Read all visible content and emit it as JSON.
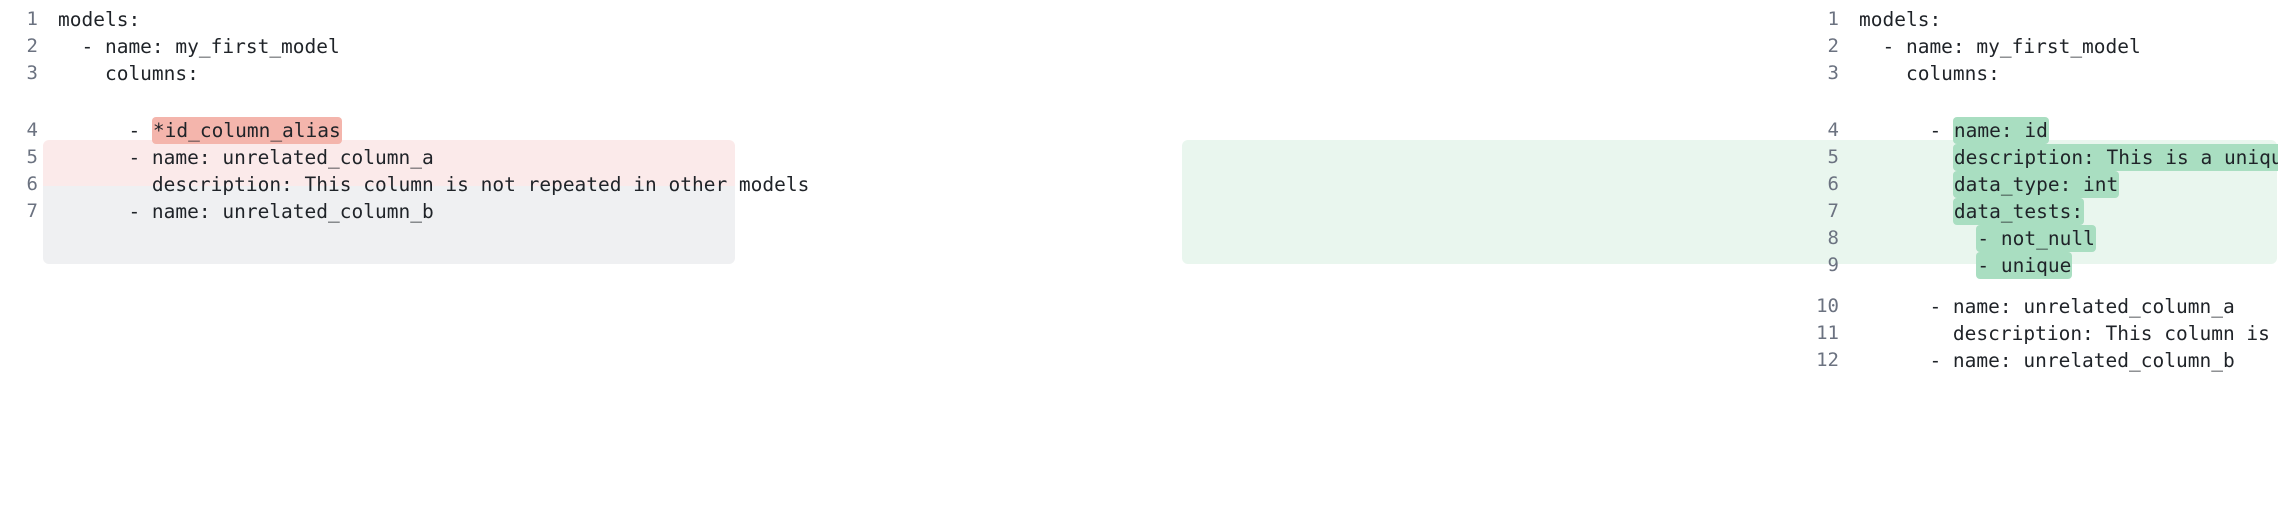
{
  "view": {
    "type": "side-by-side-yaml-diff",
    "filetype": "yaml",
    "colors": {
      "row_removed_bg": "#fbeaea",
      "row_added_bg": "#e9f6ee",
      "filler_bg": "#eff0f2",
      "token_removed_bg": "#f4b5ac",
      "token_added_bg": "#a9dec1",
      "line_number": "#6b7280",
      "code_text": "#1f2328",
      "page_bg": "#ffffff"
    }
  },
  "left": {
    "label": "before",
    "lines": [
      {
        "n": "1",
        "indent": "",
        "plain": "models:",
        "token": "",
        "tail": "",
        "state": "normal"
      },
      {
        "n": "2",
        "indent": "",
        "plain": "  - name: my_first_model",
        "token": "",
        "tail": "",
        "state": "normal"
      },
      {
        "n": "3",
        "indent": "",
        "plain": "    columns:",
        "token": "",
        "tail": "",
        "state": "normal"
      },
      {
        "n": "4",
        "indent": "      - ",
        "plain": "",
        "token": "*id_column_alias",
        "tail": "",
        "state": "removed"
      },
      {
        "n": "5",
        "indent": "",
        "plain": "      - name: unrelated_column_a",
        "token": "",
        "tail": "",
        "state": "normal"
      },
      {
        "n": "6",
        "indent": "",
        "plain": "        description: This column is not repeated in other models",
        "token": "",
        "tail": "",
        "state": "normal"
      },
      {
        "n": "7",
        "indent": "",
        "plain": "      - name: unrelated_column_b",
        "token": "",
        "tail": "",
        "state": "normal"
      }
    ]
  },
  "right": {
    "label": "after",
    "lines": [
      {
        "n": "1",
        "indent": "",
        "plain": "models:",
        "token": "",
        "tail": "",
        "state": "normal"
      },
      {
        "n": "2",
        "indent": "",
        "plain": "  - name: my_first_model",
        "token": "",
        "tail": "",
        "state": "normal"
      },
      {
        "n": "3",
        "indent": "",
        "plain": "    columns:",
        "token": "",
        "tail": "",
        "state": "normal"
      },
      {
        "n": "4",
        "indent": "      - ",
        "plain": "",
        "token": "name: id",
        "tail": "",
        "state": "added"
      },
      {
        "n": "5",
        "indent": "        ",
        "plain": "",
        "token": "description: This is a unique identifier.",
        "tail": "",
        "state": "added"
      },
      {
        "n": "6",
        "indent": "        ",
        "plain": "",
        "token": "data_type: int",
        "tail": "",
        "state": "added"
      },
      {
        "n": "7",
        "indent": "        ",
        "plain": "",
        "token": "data_tests:",
        "tail": "",
        "state": "added"
      },
      {
        "n": "8",
        "indent": "          ",
        "plain": "",
        "token": "- not_null",
        "tail": "",
        "state": "added"
      },
      {
        "n": "9",
        "indent": "          ",
        "plain": "",
        "token": "- unique",
        "tail": "",
        "state": "added"
      },
      {
        "n": "10",
        "indent": "",
        "plain": "      - name: unrelated_column_a",
        "token": "",
        "tail": "",
        "state": "normal"
      },
      {
        "n": "11",
        "indent": "",
        "plain": "        description: This column is not repeated in other models",
        "token": "",
        "tail": "",
        "state": "normal"
      },
      {
        "n": "12",
        "indent": "",
        "plain": "      - name: unrelated_column_b",
        "token": "",
        "tail": "",
        "state": "normal"
      }
    ]
  }
}
